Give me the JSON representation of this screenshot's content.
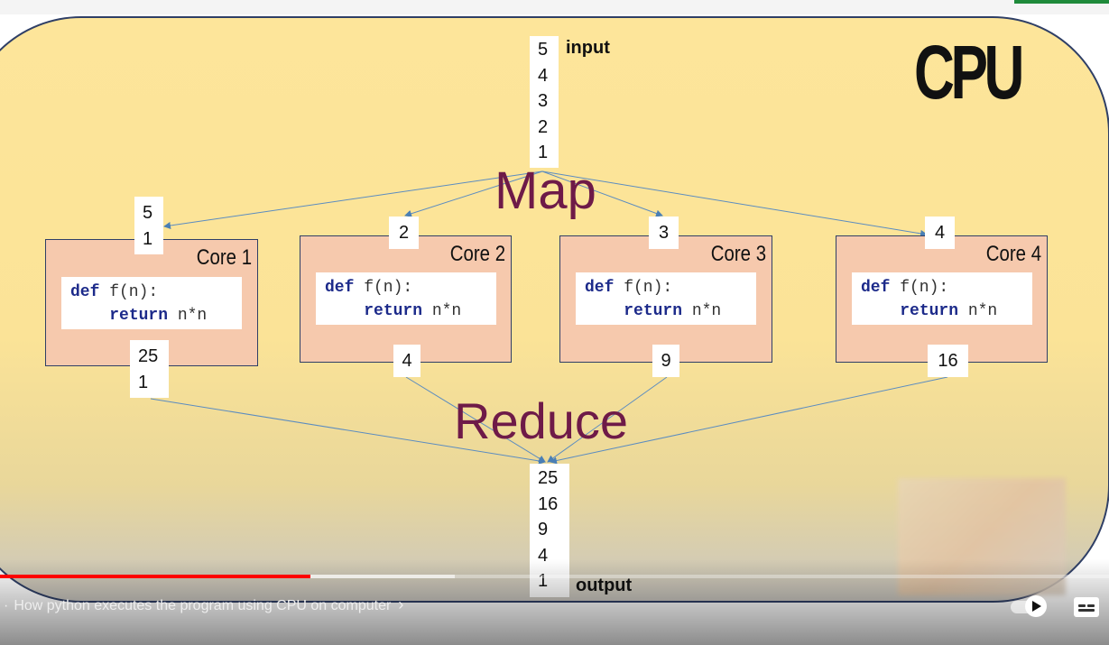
{
  "slide": {
    "cpu_title": "CPU",
    "input_values": [
      "5",
      "4",
      "3",
      "2",
      "1"
    ],
    "input_label": "input",
    "map_label": "Map",
    "reduce_label": "Reduce",
    "output_values": [
      "25",
      "16",
      "9",
      "4",
      "1"
    ],
    "output_label": "output",
    "cores": [
      {
        "title": "Core 1",
        "inputs": [
          "5",
          "1"
        ],
        "outputs": [
          "25",
          "1"
        ]
      },
      {
        "title": "Core 2",
        "inputs": [
          "2"
        ],
        "outputs": [
          "4"
        ]
      },
      {
        "title": "Core 3",
        "inputs": [
          "3"
        ],
        "outputs": [
          "9"
        ]
      },
      {
        "title": "Core 4",
        "inputs": [
          "4"
        ],
        "outputs": [
          "16"
        ]
      }
    ],
    "code": {
      "def_kw": "def",
      "signature": " f(n):",
      "return_kw": "return",
      "return_expr": " n*n"
    }
  },
  "player": {
    "chapter_title": "How python executes the program using CPU on computer",
    "chapter_chevron": "›",
    "played_fraction": 0.28,
    "buffered_fraction": 0.41,
    "progress_color": "#ff0000",
    "autoplay_icon": "autoplay-toggle-icon",
    "captions_icon": "subtitles-icon"
  }
}
